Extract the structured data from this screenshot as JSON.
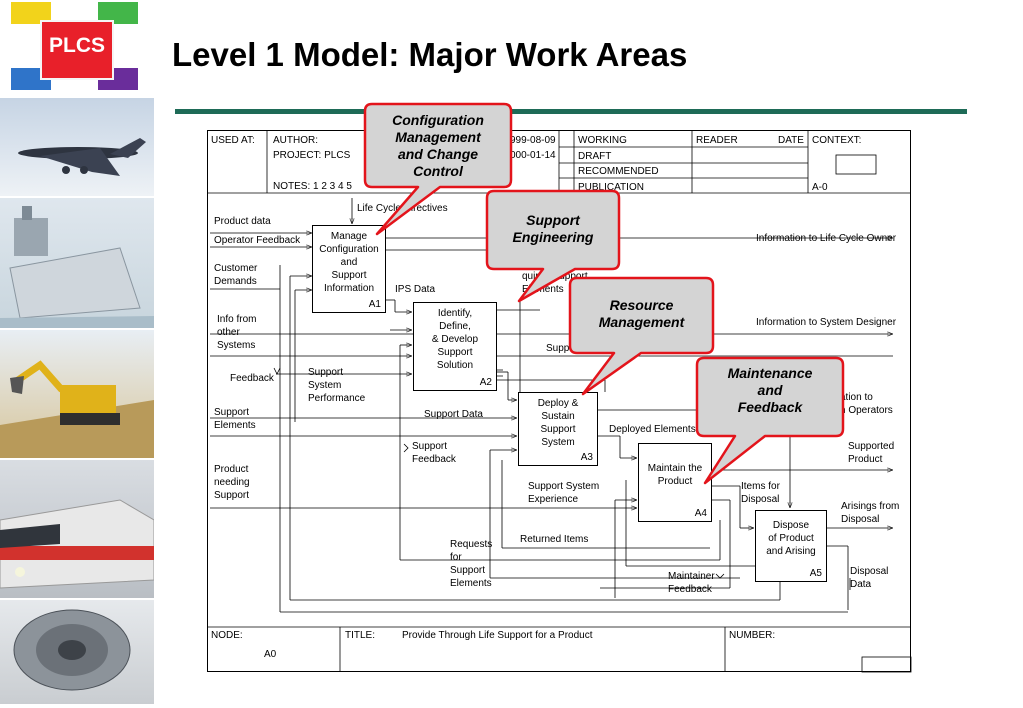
{
  "logo": {
    "text": "PLCS"
  },
  "slide": {
    "title": "Level 1 Model: Major Work Areas"
  },
  "header": {
    "used_at": "USED AT:",
    "author": "AUTHOR:",
    "project": "PROJECT:  PLCS",
    "notes": "NOTES:  1  2  3  4  5",
    "date1": "999-08-09",
    "date2": "000-01-14",
    "working": "WORKING",
    "draft": "DRAFT",
    "recommended": "RECOMMENDED",
    "publication": "PUBLICATION",
    "reader": "READER",
    "date": "DATE",
    "context": "CONTEXT:",
    "context_node": "A-0"
  },
  "footer": {
    "node_label": "NODE:",
    "node_value": "A0",
    "title_label": "TITLE:",
    "title_value": "Provide Through Life Support for a Product",
    "number_label": "NUMBER:"
  },
  "boxes": [
    {
      "label": "Manage\nConfiguration\nand\nSupport\nInformation",
      "num": "A1"
    },
    {
      "label": "Identify,\nDefine,\n& Develop\nSupport\nSolution",
      "num": "A2"
    },
    {
      "label": "Deploy &\nSustain\nSupport\nSystem",
      "num": "A3"
    },
    {
      "label": "Maintain the\nProduct",
      "num": "A4"
    },
    {
      "label": "Dispose\nof Product\nand Arising",
      "num": "A5"
    }
  ],
  "arrows": {
    "life_cycle_directives": "Life Cycle Directives",
    "product_data": "Product data",
    "operator_feedback": "Operator Feedback",
    "customer_demands": "Customer\nDemands",
    "info_other_systems": "Info from\nother\nSystems",
    "feedback": "Feedback",
    "support_elements_in": "Support\nElements",
    "product_needing_support": "Product\nneeding\nSupport",
    "ips_data": "IPS Data",
    "required_support_elements": "quired Support\nElements",
    "info_lco": "Information to Life Cycle Owner",
    "info_sys_designer": "Information to System Designer",
    "support_partial": "Suppo",
    "support_system_performance": "Support\nSystem\nPerformance",
    "support_data": "Support Data",
    "info_operators": "ation to\nn Operators",
    "deployed_elements": "Deployed Elements",
    "support_feedback": "Support\nFeedback",
    "supported_product": "Supported\nProduct",
    "support_system_experience": "Support System\nExperience",
    "items_for_disposal": "Items for\nDisposal",
    "arisings_from_disposal": "Arisings from\nDisposal",
    "returned_items": "Returned Items",
    "requests_support_elements": "Requests\nfor\nSupport\nElements",
    "maintainer_feedback": "Maintainer\nFeedback",
    "disposal_data": "Disposal\nData"
  },
  "callouts": [
    {
      "text": "Configuration\nManagement\nand Change\nControl"
    },
    {
      "text": "Support\nEngineering"
    },
    {
      "text": "Resource\nManagement"
    },
    {
      "text": "Maintenance\nand\nFeedback"
    }
  ],
  "colors": {
    "title_bar": "#1e6b57",
    "callout_border": "#e3141b",
    "callout_fill": "#d4d4d4",
    "logo_red": "#e8202a",
    "logo_yellow": "#f2d31b",
    "logo_green": "#43b649",
    "logo_blue": "#2f74c9",
    "logo_purple": "#6a2d9b"
  },
  "sidebar_images": [
    "airplane-photo",
    "ship-photo",
    "excavator-photo",
    "train-photo",
    "jet-engine-photo"
  ]
}
